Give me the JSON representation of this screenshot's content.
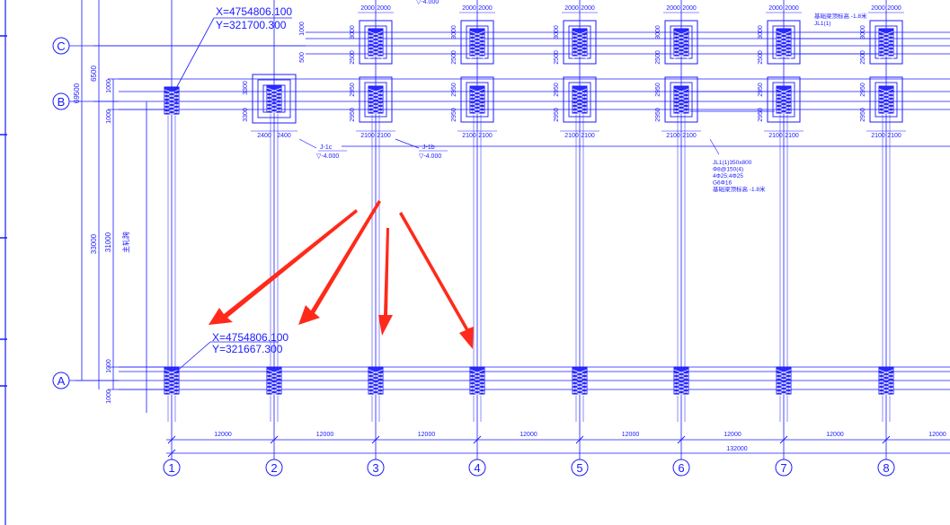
{
  "colors": {
    "line": "#1a1aff",
    "arrow": "#ff2a1a",
    "background": "#ffffff"
  },
  "grid_rows": [
    "C",
    "B",
    "A"
  ],
  "grid_cols": [
    "1",
    "2",
    "3",
    "4",
    "5",
    "6",
    "7",
    "8"
  ],
  "bay_spacing": "12000",
  "total_length": "132000",
  "left_dims": {
    "overall": "69500",
    "ab_outer": "33000",
    "ab_inner": "31000",
    "bc": "6500",
    "small": "1000",
    "c_small": "500",
    "zone_label": "主轧跨"
  },
  "coord_top": {
    "x": "X=4754806.100",
    "y": "Y=321700.300"
  },
  "coord_bottom": {
    "x": "X=4754806.100",
    "y": "Y=321667.300"
  },
  "footing_dims": {
    "c_width": "2000",
    "c_height_top": "3000",
    "c_height_bottom": "2500",
    "b_width": "2100",
    "b_height": "2950",
    "b2_width": "2400",
    "b2_height": "3300"
  },
  "labels": {
    "j1c": "J-1c",
    "j1b": "J-1b",
    "elev": "▽-4.000",
    "beam_note_top": "基础梁顶标高 -1.8米",
    "beam_ref_top": "JL1(1)",
    "beam_note_lines": [
      "JL1(1)350x800",
      "Φ8@150(4)",
      "4Φ25;4Φ25",
      "G6Φ16",
      "基础梁顶标高 -1.8米"
    ]
  }
}
